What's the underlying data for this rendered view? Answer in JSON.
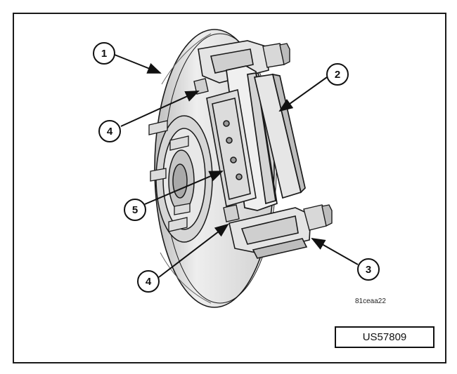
{
  "callouts": [
    {
      "id": "callout-1",
      "label": "1"
    },
    {
      "id": "callout-2",
      "label": "2"
    },
    {
      "id": "callout-3",
      "label": "3"
    },
    {
      "id": "callout-4-upper",
      "label": "4"
    },
    {
      "id": "callout-4-lower",
      "label": "4"
    },
    {
      "id": "callout-5",
      "label": "5"
    }
  ],
  "figure_code": "81ceaa22",
  "reference_id": "US57809",
  "colors": {
    "line": "#1a1a1a",
    "shade_light": "#ececec",
    "shade_mid": "#d2d2d2",
    "shade_dark": "#a8a8a8"
  }
}
